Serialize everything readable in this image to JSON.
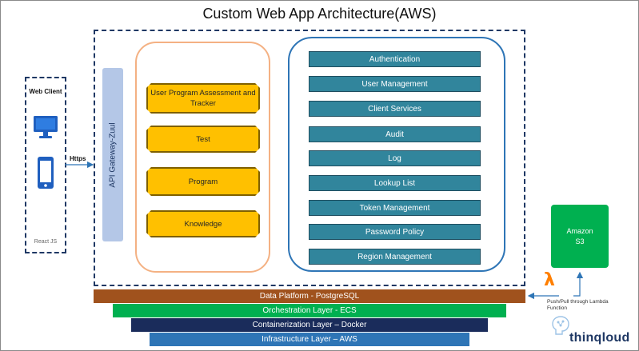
{
  "title": "Custom Web App Architecture(AWS)",
  "web_client": {
    "title": "Web Client",
    "footer": "React JS",
    "icons": [
      "desktop-monitor-icon",
      "mobile-phone-icon"
    ],
    "connection_label": "Https"
  },
  "gateway": {
    "label": "API Gateway-Zuul"
  },
  "front_modules": [
    {
      "label": "User Program Assessment and Tracker"
    },
    {
      "label": "Test"
    },
    {
      "label": "Program"
    },
    {
      "label": "Knowledge"
    }
  ],
  "services": [
    {
      "label": "Authentication"
    },
    {
      "label": "User Management"
    },
    {
      "label": "Client Services"
    },
    {
      "label": "Audit"
    },
    {
      "label": "Log"
    },
    {
      "label": "Lookup List"
    },
    {
      "label": "Token Management"
    },
    {
      "label": "Password Policy"
    },
    {
      "label": "Region Management"
    }
  ],
  "layers": [
    {
      "label": "Data Platform - PostgreSQL",
      "color": "#a0521d"
    },
    {
      "label": "Orchestration Layer - ECS",
      "color": "#00b050"
    },
    {
      "label": "Containerization Layer – Docker",
      "color": "#1a2c5b"
    },
    {
      "label": "Infrastructure  Layer – AWS",
      "color": "#2e75b6"
    }
  ],
  "storage": {
    "name": "Amazon",
    "sub": "S3",
    "lambda_symbol": "λ",
    "lambda_note": "Push/Pull through Lambda Function"
  },
  "brand": {
    "name": "thinqloud",
    "icon": "brain-icon"
  },
  "colors": {
    "outer_border": "#1f3864",
    "gateway_fill": "#b4c7e7",
    "module_fill": "#ffc000",
    "service_fill": "#31859c",
    "s3_fill": "#00b050",
    "lambda": "#ff7f00"
  }
}
